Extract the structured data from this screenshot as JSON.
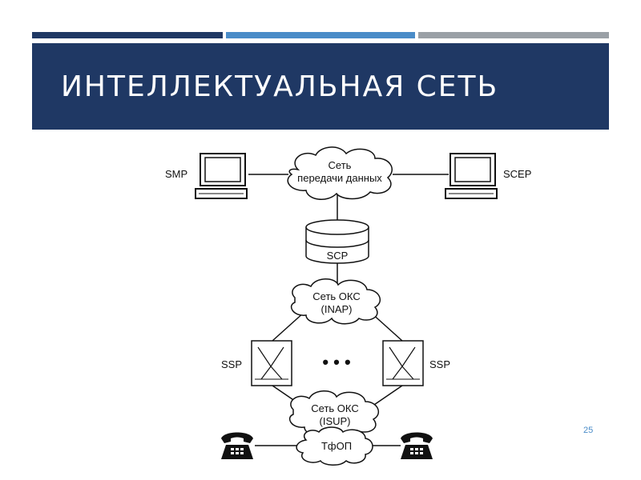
{
  "slide": {
    "title": "ИНТЕЛЛЕКТУАЛЬНАЯ СЕТЬ",
    "page_number": "25",
    "colors": {
      "header_bg": "#1f3864",
      "accent_dark": "#1f3864",
      "accent_blue": "#4a8cc8",
      "accent_gray": "#9aa0a6",
      "page_number": "#4a8cc8"
    }
  },
  "diagram": {
    "smp_label": "SMP",
    "scep_label": "SCEP",
    "data_network_line1": "Сеть",
    "data_network_line2": "передачи данных",
    "scp_label": "SCP",
    "oks_inap_line1": "Сеть ОКС",
    "oks_inap_line2": "(INAP)",
    "ssp_left_label": "SSP",
    "ssp_right_label": "SSP",
    "ellipsis": "• • •",
    "oks_isup_line1": "Сеть ОКС",
    "oks_isup_line2": "(ISUP)",
    "pstn_label": "ТфОП",
    "icons": [
      "computer-icon",
      "database-icon",
      "switch-icon",
      "telephone-icon"
    ]
  }
}
